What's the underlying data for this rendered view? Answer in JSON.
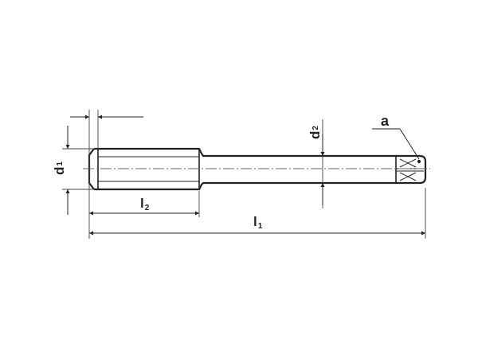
{
  "drawing": {
    "title": "Tap technical drawing",
    "colors": {
      "line": "#222222",
      "background": "#ffffff"
    },
    "labels": {
      "d1": {
        "main": "d",
        "sub": "1"
      },
      "d2": {
        "main": "d",
        "sub": "2"
      },
      "l1": {
        "main": "l",
        "sub": "1"
      },
      "l2": {
        "main": "l",
        "sub": "2"
      },
      "a": {
        "main": "a"
      }
    }
  }
}
